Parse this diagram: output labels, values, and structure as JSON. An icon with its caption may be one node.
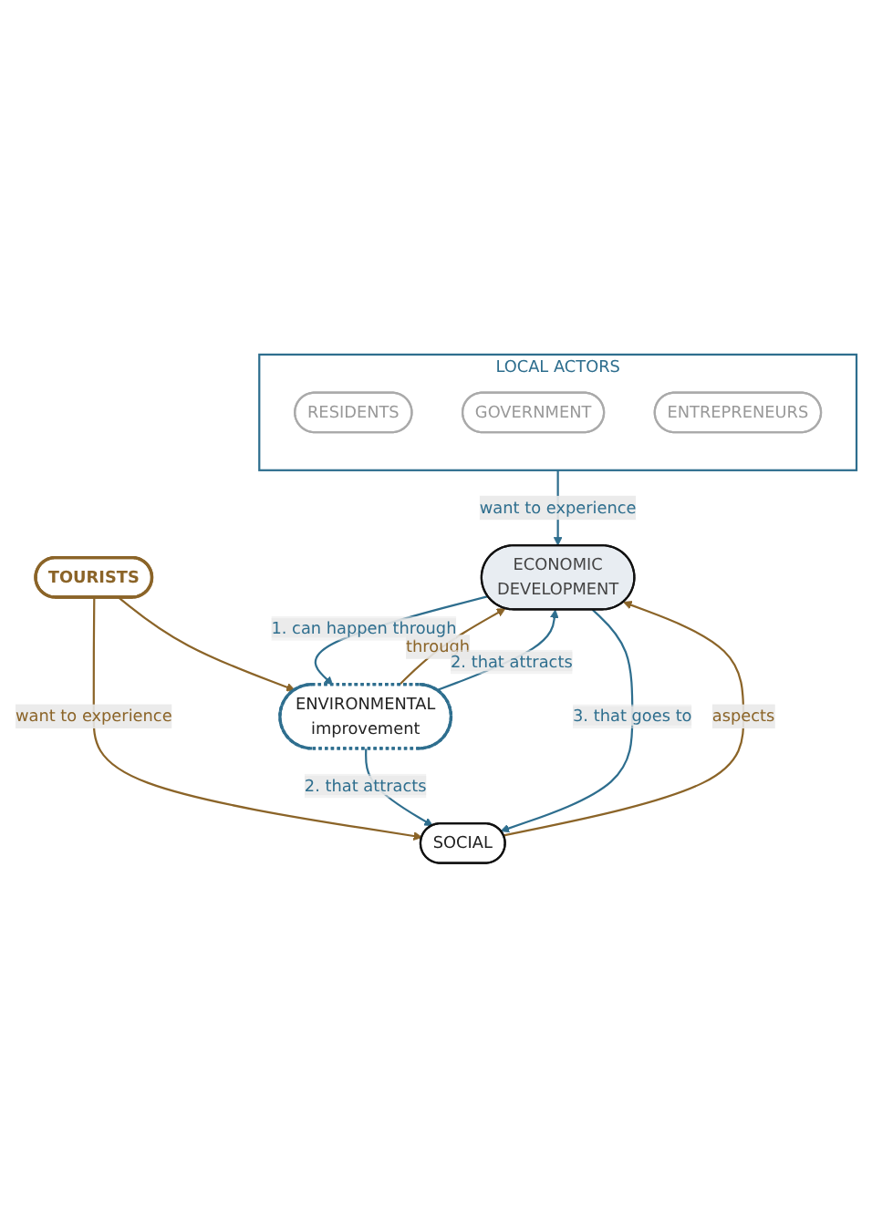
{
  "diagram": {
    "nodes": [
      {
        "text": [
          "TOURISTS"
        ]
      },
      {
        "text": [
          "SOCIAL"
        ]
      },
      {
        "text": [
          "ENVIRONMENTAL",
          "improvement"
        ]
      },
      {
        "text": [
          "ECONOMIC",
          "DEVELOPMENT"
        ]
      },
      {
        "text": [
          "LOCAL ACTORS"
        ]
      },
      {
        "text": [
          "RESIDENTS"
        ],
        "in": 4
      },
      {
        "text": [
          "GOVERNMENT"
        ],
        "in": 4
      },
      {
        "text": [
          "ENTREPRENEURS"
        ],
        "in": 4
      }
    ],
    "edges": [
      {
        "from": 0,
        "to": 1,
        "arrow": "to",
        "label": "want to experience",
        "color": "#8b6428"
      },
      {
        "from": 0,
        "to": 2,
        "arrow": "to",
        "color": "#8b6428"
      },
      {
        "from": 2,
        "to": 1,
        "arrow": "to",
        "label": "2. that attracts"
      },
      {
        "from": 1,
        "to": 3,
        "arrow": "to",
        "label": "aspects",
        "color": "#8b6428"
      },
      {
        "from": 2,
        "to": 3,
        "arrow": "to",
        "label": "through",
        "color": "#8b6428"
      },
      {
        "from": 2,
        "to": 3,
        "arrow": "to",
        "label": "2. that attracts"
      },
      {
        "from": 3,
        "to": 1,
        "arrow": "to",
        "label": "3. that goes to"
      },
      {
        "from": 3,
        "to": 2,
        "arrow": "to",
        "label": "1. can happen through"
      },
      {
        "from": 4,
        "to": 3,
        "arrow": "to",
        "label": "want to experience"
      }
    ]
  }
}
